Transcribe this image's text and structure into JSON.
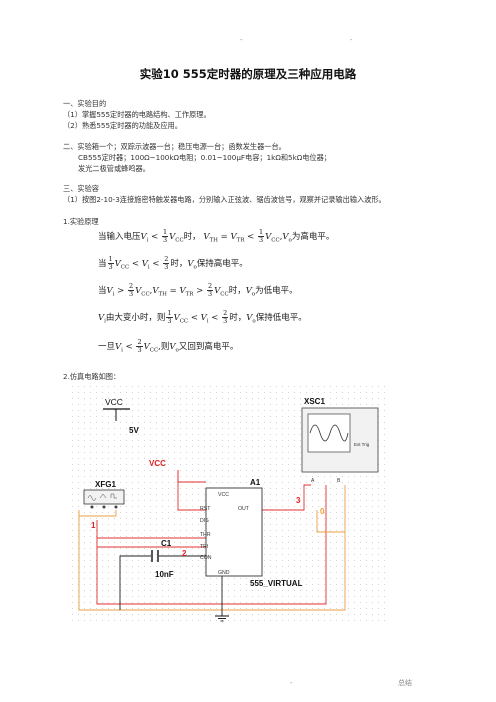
{
  "header_marks": [
    "-",
    "-"
  ],
  "title": "实验10    555定时器的原理及三种应用电路",
  "sections": {
    "purpose": {
      "heading": "一、实验目的",
      "items": [
        "（1）掌握555定时器的电路结构、工作原理。",
        "（2）熟悉555定时器的功能及应用。"
      ]
    },
    "equipment": {
      "heading": "二、实验箱一个；双踪示波器一台；稳压电源一台；函数发生器一台。",
      "line1": "CB555定时器；100Ω~100kΩ电阻；0.01~100μF电容；1kΩ和5kΩ电位器；",
      "line2": "发光二极管或蜂鸣器。"
    },
    "content": {
      "heading": "三、实验容",
      "item1": "（1）按图2-10-3连接施密特触发器电路，分别输入正弦波、锯齿波信号，观察并记录输出输入波形。",
      "principle_heading": "1.实验原理",
      "sim_heading": "2.仿真电路如图："
    }
  },
  "formulas": {
    "f1_a": "当输入电压",
    "f1_b": "时，",
    "f1_c": "为高电平。",
    "f2_a": "当",
    "f2_b": "时，",
    "f2_c": "保持高电平。",
    "f3_a": "当",
    "f3_b": "时，",
    "f3_c": "为低电平。",
    "f4_a": "由大变小时，则",
    "f4_b": "时，",
    "f4_c": "保持低电平。",
    "f5_a": "一旦",
    "f5_b": "则",
    "f5_c": "又回到高电平。"
  },
  "circuit": {
    "vcc_label": "VCC",
    "vcc_value": "5V",
    "vcc_net": "VCC",
    "scope_label": "XSC1",
    "scope_ext_trig": "Ext Trig",
    "scope_ch_a": "A",
    "scope_ch_b": "B",
    "fg_label": "XFG1",
    "timer_ref": "A1",
    "timer_part": "555_VIRTUAL",
    "cap_ref": "C1",
    "cap_value": "10nF",
    "net_1": "1",
    "net_2": "2",
    "net_3": "3",
    "net_0": "0",
    "pins": {
      "vcc": "VCC",
      "rst": "RST",
      "out": "OUT",
      "dis": "DIS",
      "thr": "THR",
      "tri": "TRI",
      "con": "CON",
      "gnd": "GND"
    }
  },
  "footer": {
    "dot": "-",
    "right": "总结"
  },
  "colors": {
    "wire_red": "#e03030",
    "wire_orange": "#e8a040",
    "net_label_red": "#e02020",
    "scope_bg": "#f2f2f2",
    "grid_dot": "#c8c8c8"
  }
}
